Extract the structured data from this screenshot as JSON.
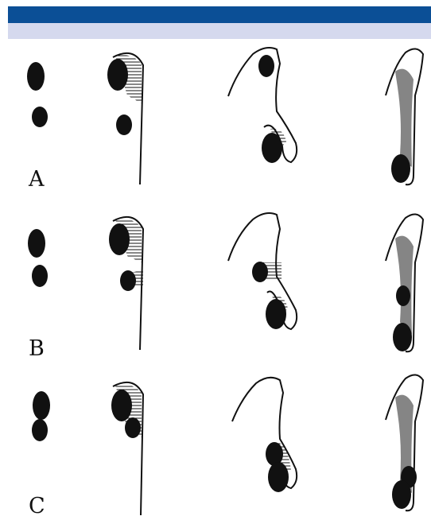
{
  "header": {
    "bar_color": "#0b4f96",
    "sub_bar_color": "#d5d9ee"
  },
  "figure": {
    "ink_color": "#111111",
    "rows": [
      {
        "label": "A"
      },
      {
        "label": "B"
      },
      {
        "label": "C"
      }
    ],
    "panels_per_row": 4
  }
}
